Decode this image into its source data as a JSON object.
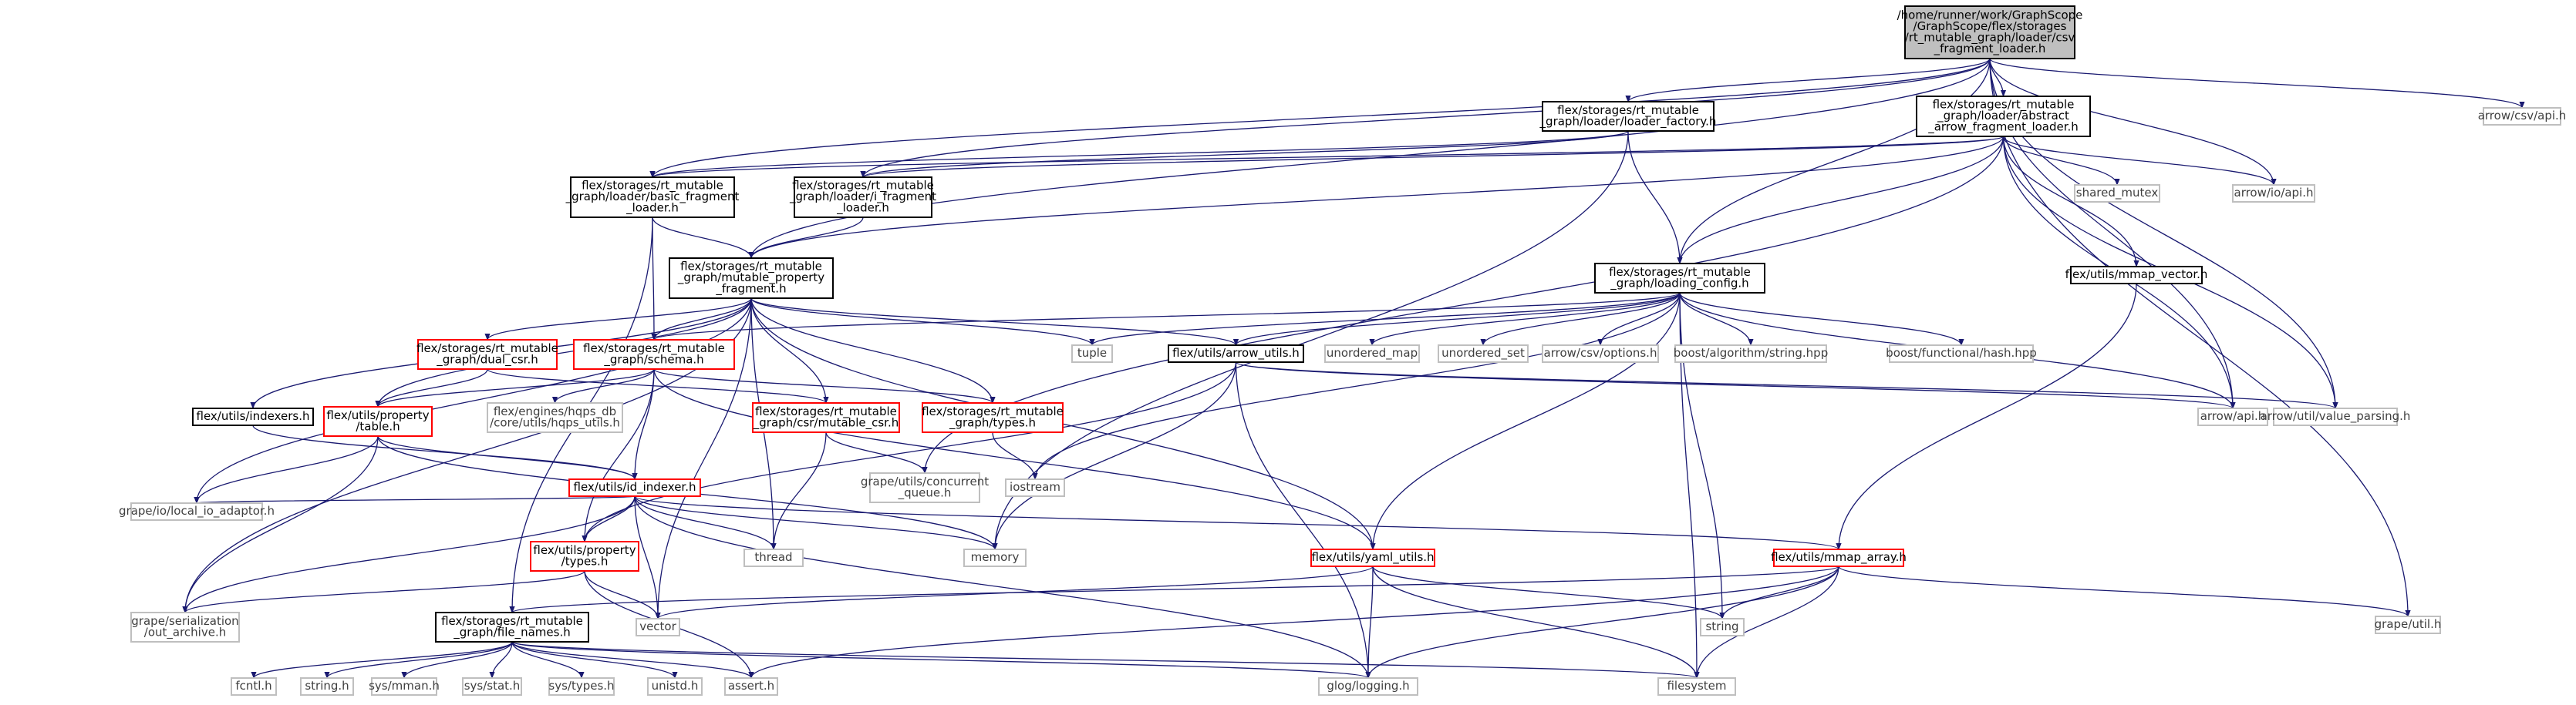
{
  "graph": {
    "edge_color": "#191970",
    "nodes": [
      {
        "id": "root",
        "kind": "root",
        "lines": [
          "/home/runner/work/GraphScope",
          "/GraphScope/flex/storages",
          "/rt_mutable_graph/loader/csv",
          "_fragment_loader.h"
        ]
      },
      {
        "id": "loader_factory",
        "kind": "normal",
        "lines": [
          "flex/storages/rt_mutable",
          "_graph/loader/loader_factory.h"
        ]
      },
      {
        "id": "abstract_loader",
        "kind": "normal",
        "lines": [
          "flex/storages/rt_mutable",
          "_graph/loader/abstract",
          "_arrow_fragment_loader.h"
        ]
      },
      {
        "id": "arrow_csv_api",
        "kind": "system",
        "lines": [
          "arrow/csv/api.h"
        ]
      },
      {
        "id": "basic_loader",
        "kind": "normal",
        "lines": [
          "flex/storages/rt_mutable",
          "_graph/loader/basic_fragment",
          "_loader.h"
        ]
      },
      {
        "id": "i_loader",
        "kind": "normal",
        "lines": [
          "flex/storages/rt_mutable",
          "_graph/loader/i_fragment",
          "_loader.h"
        ]
      },
      {
        "id": "shared_mutex",
        "kind": "system",
        "lines": [
          "shared_mutex"
        ]
      },
      {
        "id": "arrow_io_api",
        "kind": "system",
        "lines": [
          "arrow/io/api.h"
        ]
      },
      {
        "id": "mmap_vector",
        "kind": "normal",
        "lines": [
          "flex/utils/mmap_vector.h"
        ]
      },
      {
        "id": "mutable_fragment",
        "kind": "normal",
        "lines": [
          "flex/storages/rt_mutable",
          "_graph/mutable_property",
          "_fragment.h"
        ]
      },
      {
        "id": "loading_config",
        "kind": "normal",
        "lines": [
          "flex/storages/rt_mutable",
          "_graph/loading_config.h"
        ]
      },
      {
        "id": "dual_csr",
        "kind": "red",
        "lines": [
          "flex/storages/rt_mutable",
          "_graph/dual_csr.h"
        ]
      },
      {
        "id": "schema",
        "kind": "red",
        "lines": [
          "flex/storages/rt_mutable",
          "_graph/schema.h"
        ]
      },
      {
        "id": "tuple",
        "kind": "system",
        "lines": [
          "tuple"
        ]
      },
      {
        "id": "arrow_utils",
        "kind": "normal",
        "lines": [
          "flex/utils/arrow_utils.h"
        ]
      },
      {
        "id": "unordered_map",
        "kind": "system",
        "lines": [
          "unordered_map"
        ]
      },
      {
        "id": "unordered_set",
        "kind": "system",
        "lines": [
          "unordered_set"
        ]
      },
      {
        "id": "arrow_csv_options",
        "kind": "system",
        "lines": [
          "arrow/csv/options.h"
        ]
      },
      {
        "id": "boost_string",
        "kind": "system",
        "lines": [
          "boost/algorithm/string.hpp"
        ]
      },
      {
        "id": "boost_hash",
        "kind": "system",
        "lines": [
          "boost/functional/hash.hpp"
        ]
      },
      {
        "id": "indexers",
        "kind": "normal",
        "lines": [
          "flex/utils/indexers.h"
        ]
      },
      {
        "id": "prop_table",
        "kind": "red",
        "lines": [
          "flex/utils/property",
          "/table.h"
        ]
      },
      {
        "id": "hqps_utils",
        "kind": "system",
        "lines": [
          "flex/engines/hqps_db",
          "/core/utils/hqps_utils.h"
        ]
      },
      {
        "id": "mutable_csr",
        "kind": "red",
        "lines": [
          "flex/storages/rt_mutable",
          "_graph/csr/mutable_csr.h"
        ]
      },
      {
        "id": "graph_types",
        "kind": "red",
        "lines": [
          "flex/storages/rt_mutable",
          "_graph/types.h"
        ]
      },
      {
        "id": "arrow_api",
        "kind": "system",
        "lines": [
          "arrow/api.h"
        ]
      },
      {
        "id": "value_parsing",
        "kind": "system",
        "lines": [
          "arrow/util/value_parsing.h"
        ]
      },
      {
        "id": "concurrent_queue",
        "kind": "system",
        "lines": [
          "grape/utils/concurrent",
          "_queue.h"
        ]
      },
      {
        "id": "iostream",
        "kind": "system",
        "lines": [
          "iostream"
        ]
      },
      {
        "id": "id_indexer",
        "kind": "red",
        "lines": [
          "flex/utils/id_indexer.h"
        ]
      },
      {
        "id": "local_io",
        "kind": "system",
        "lines": [
          "grape/io/local_io_adaptor.h"
        ]
      },
      {
        "id": "thread",
        "kind": "system",
        "lines": [
          "thread"
        ]
      },
      {
        "id": "memory",
        "kind": "system",
        "lines": [
          "memory"
        ]
      },
      {
        "id": "prop_types",
        "kind": "red",
        "lines": [
          "flex/utils/property",
          "/types.h"
        ]
      },
      {
        "id": "yaml_utils",
        "kind": "red",
        "lines": [
          "flex/utils/yaml_utils.h"
        ]
      },
      {
        "id": "mmap_array",
        "kind": "red",
        "lines": [
          "flex/utils/mmap_array.h"
        ]
      },
      {
        "id": "grape_util",
        "kind": "system",
        "lines": [
          "grape/util.h"
        ]
      },
      {
        "id": "out_archive",
        "kind": "system",
        "lines": [
          "grape/serialization",
          "/out_archive.h"
        ]
      },
      {
        "id": "vector",
        "kind": "system",
        "lines": [
          "vector"
        ]
      },
      {
        "id": "string",
        "kind": "system",
        "lines": [
          "string"
        ]
      },
      {
        "id": "file_names",
        "kind": "normal",
        "lines": [
          "flex/storages/rt_mutable",
          "_graph/file_names.h"
        ]
      },
      {
        "id": "fcntl",
        "kind": "system",
        "lines": [
          "fcntl.h"
        ]
      },
      {
        "id": "string_h",
        "kind": "system",
        "lines": [
          "string.h"
        ]
      },
      {
        "id": "sys_mman",
        "kind": "system",
        "lines": [
          "sys/mman.h"
        ]
      },
      {
        "id": "sys_stat",
        "kind": "system",
        "lines": [
          "sys/stat.h"
        ]
      },
      {
        "id": "sys_types",
        "kind": "system",
        "lines": [
          "sys/types.h"
        ]
      },
      {
        "id": "unistd",
        "kind": "system",
        "lines": [
          "unistd.h"
        ]
      },
      {
        "id": "assert",
        "kind": "system",
        "lines": [
          "assert.h"
        ]
      },
      {
        "id": "glog",
        "kind": "system",
        "lines": [
          "glog/logging.h"
        ]
      },
      {
        "id": "filesystem",
        "kind": "system",
        "lines": [
          "filesystem"
        ]
      }
    ],
    "edges": [
      [
        "root",
        "loader_factory"
      ],
      [
        "root",
        "abstract_loader"
      ],
      [
        "root",
        "arrow_csv_api"
      ],
      [
        "root",
        "basic_loader"
      ],
      [
        "root",
        "i_loader"
      ],
      [
        "root",
        "arrow_io_api"
      ],
      [
        "root",
        "mutable_fragment"
      ],
      [
        "root",
        "loading_config"
      ],
      [
        "root",
        "arrow_api"
      ],
      [
        "root",
        "value_parsing"
      ],
      [
        "root",
        "grape_util"
      ],
      [
        "loader_factory",
        "i_loader"
      ],
      [
        "loader_factory",
        "basic_loader"
      ],
      [
        "loader_factory",
        "loading_config"
      ],
      [
        "loader_factory",
        "memory"
      ],
      [
        "abstract_loader",
        "i_loader"
      ],
      [
        "abstract_loader",
        "basic_loader"
      ],
      [
        "abstract_loader",
        "shared_mutex"
      ],
      [
        "abstract_loader",
        "arrow_io_api"
      ],
      [
        "abstract_loader",
        "mmap_vector"
      ],
      [
        "abstract_loader",
        "mutable_fragment"
      ],
      [
        "abstract_loader",
        "loading_config"
      ],
      [
        "abstract_loader",
        "arrow_api"
      ],
      [
        "abstract_loader",
        "value_parsing"
      ],
      [
        "abstract_loader",
        "concurrent_queue"
      ],
      [
        "basic_loader",
        "mutable_fragment"
      ],
      [
        "basic_loader",
        "schema"
      ],
      [
        "basic_loader",
        "file_names"
      ],
      [
        "i_loader",
        "mutable_fragment"
      ],
      [
        "mmap_vector",
        "mmap_array"
      ],
      [
        "mutable_fragment",
        "dual_csr"
      ],
      [
        "mutable_fragment",
        "schema"
      ],
      [
        "mutable_fragment",
        "tuple"
      ],
      [
        "mutable_fragment",
        "arrow_utils"
      ],
      [
        "mutable_fragment",
        "indexers"
      ],
      [
        "mutable_fragment",
        "prop_table"
      ],
      [
        "mutable_fragment",
        "mutable_csr"
      ],
      [
        "mutable_fragment",
        "graph_types"
      ],
      [
        "mutable_fragment",
        "local_io"
      ],
      [
        "mutable_fragment",
        "thread"
      ],
      [
        "mutable_fragment",
        "yaml_utils"
      ],
      [
        "mutable_fragment",
        "out_archive"
      ],
      [
        "mutable_fragment",
        "vector"
      ],
      [
        "loading_config",
        "schema"
      ],
      [
        "loading_config",
        "tuple"
      ],
      [
        "loading_config",
        "arrow_utils"
      ],
      [
        "loading_config",
        "unordered_map"
      ],
      [
        "loading_config",
        "unordered_set"
      ],
      [
        "loading_config",
        "arrow_csv_options"
      ],
      [
        "loading_config",
        "boost_string"
      ],
      [
        "loading_config",
        "boost_hash"
      ],
      [
        "loading_config",
        "arrow_api"
      ],
      [
        "loading_config",
        "iostream"
      ],
      [
        "loading_config",
        "yaml_utils"
      ],
      [
        "loading_config",
        "string"
      ],
      [
        "loading_config",
        "filesystem"
      ],
      [
        "dual_csr",
        "mutable_csr"
      ],
      [
        "dual_csr",
        "prop_table"
      ],
      [
        "schema",
        "prop_table"
      ],
      [
        "schema",
        "hqps_utils"
      ],
      [
        "schema",
        "graph_types"
      ],
      [
        "schema",
        "id_indexer"
      ],
      [
        "schema",
        "prop_types"
      ],
      [
        "schema",
        "yaml_utils"
      ],
      [
        "arrow_utils",
        "arrow_api"
      ],
      [
        "arrow_utils",
        "value_parsing"
      ],
      [
        "arrow_utils",
        "prop_types"
      ],
      [
        "arrow_utils",
        "memory"
      ],
      [
        "arrow_utils",
        "glog"
      ],
      [
        "indexers",
        "id_indexer"
      ],
      [
        "prop_table",
        "id_indexer"
      ],
      [
        "prop_table",
        "local_io"
      ],
      [
        "prop_table",
        "out_archive"
      ],
      [
        "prop_table",
        "memory"
      ],
      [
        "mutable_csr",
        "concurrent_queue"
      ],
      [
        "mutable_csr",
        "thread"
      ],
      [
        "graph_types",
        "iostream"
      ],
      [
        "id_indexer",
        "local_io"
      ],
      [
        "id_indexer",
        "thread"
      ],
      [
        "id_indexer",
        "memory"
      ],
      [
        "id_indexer",
        "prop_types"
      ],
      [
        "id_indexer",
        "vector"
      ],
      [
        "id_indexer",
        "mmap_array"
      ],
      [
        "id_indexer",
        "out_archive"
      ],
      [
        "id_indexer",
        "glog"
      ],
      [
        "prop_types",
        "vector"
      ],
      [
        "prop_types",
        "out_archive"
      ],
      [
        "prop_types",
        "assert"
      ],
      [
        "yaml_utils",
        "vector"
      ],
      [
        "yaml_utils",
        "string"
      ],
      [
        "yaml_utils",
        "glog"
      ],
      [
        "yaml_utils",
        "filesystem"
      ],
      [
        "mmap_array",
        "string"
      ],
      [
        "mmap_array",
        "grape_util"
      ],
      [
        "mmap_array",
        "file_names"
      ],
      [
        "mmap_array",
        "assert"
      ],
      [
        "mmap_array",
        "glog"
      ],
      [
        "mmap_array",
        "filesystem"
      ],
      [
        "file_names",
        "fcntl"
      ],
      [
        "file_names",
        "string_h"
      ],
      [
        "file_names",
        "sys_mman"
      ],
      [
        "file_names",
        "sys_stat"
      ],
      [
        "file_names",
        "sys_types"
      ],
      [
        "file_names",
        "unistd"
      ],
      [
        "file_names",
        "assert"
      ],
      [
        "file_names",
        "glog"
      ],
      [
        "file_names",
        "filesystem"
      ]
    ]
  }
}
